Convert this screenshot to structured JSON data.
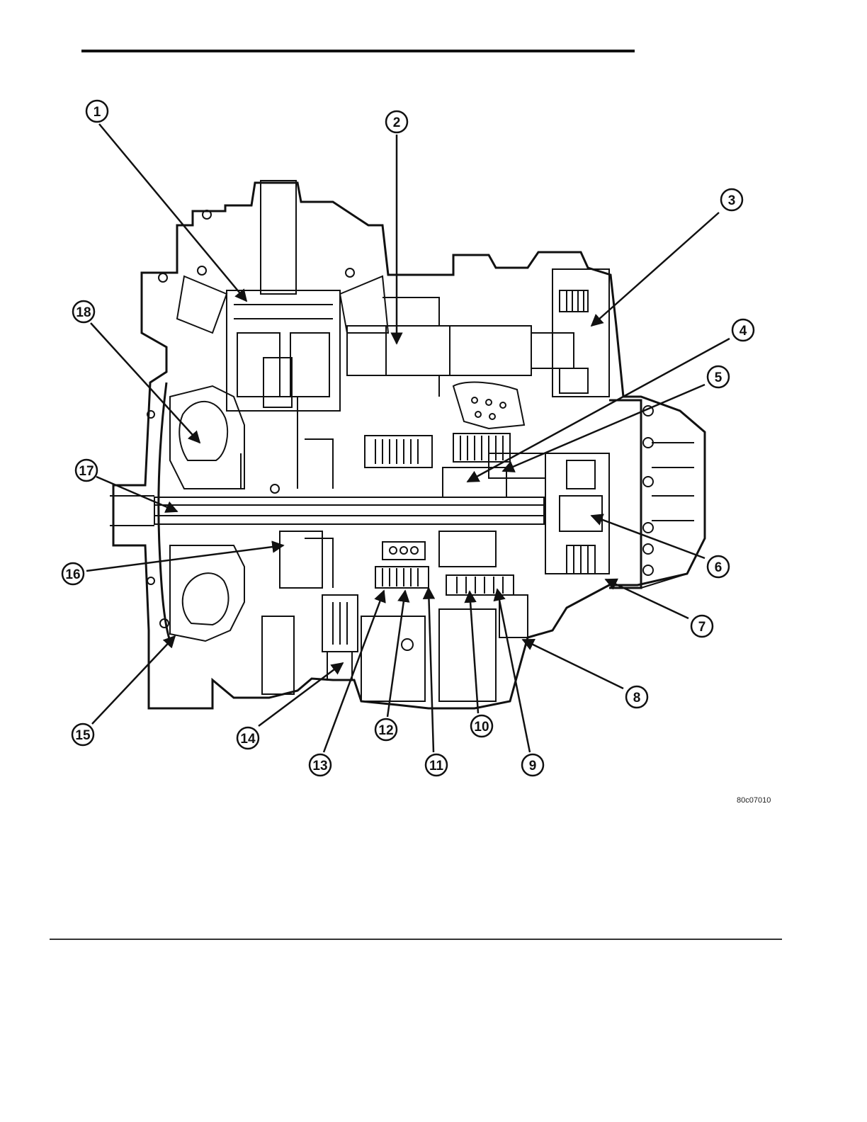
{
  "figure": {
    "id": "80c07010",
    "callouts": [
      "1",
      "2",
      "3",
      "4",
      "5",
      "6",
      "7",
      "8",
      "9",
      "10",
      "11",
      "12",
      "13",
      "14",
      "15",
      "16",
      "17",
      "18"
    ]
  }
}
